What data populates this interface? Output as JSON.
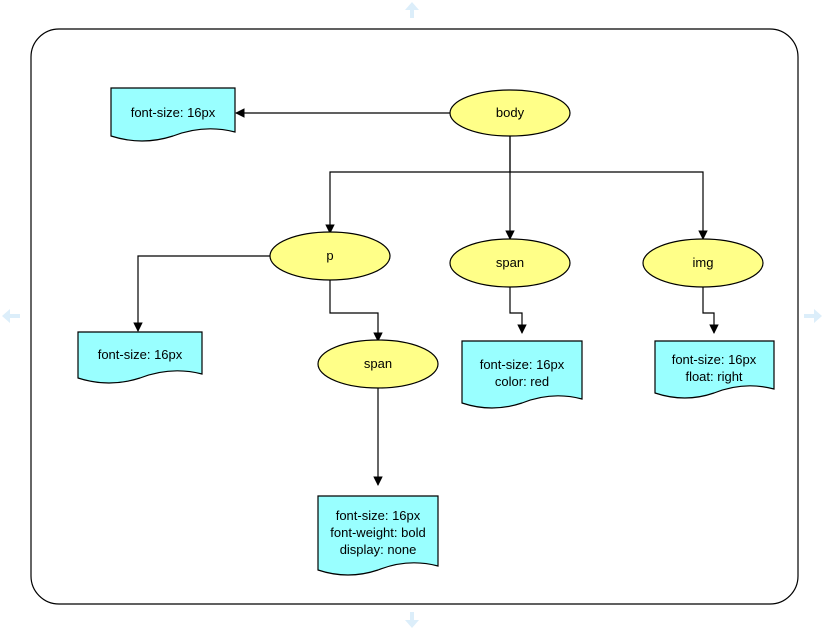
{
  "nodes": {
    "body": "body",
    "p": "p",
    "span_top": "span",
    "img": "img",
    "span_inner": "span"
  },
  "styles": {
    "body": [
      "font-size: 16px"
    ],
    "p": [
      "font-size: 16px"
    ],
    "span_top": [
      "font-size: 16px",
      "color: red"
    ],
    "img": [
      "font-size: 16px",
      "float: right"
    ],
    "span_inner": [
      "font-size: 16px",
      "font-weight: bold",
      "display: none"
    ]
  },
  "colors": {
    "node_fill": "#ffff88",
    "style_fill": "#99ffff",
    "stroke": "#000000",
    "hint_arrow": "#dceefa"
  },
  "icons": [
    "arrow-up-icon",
    "arrow-down-icon",
    "arrow-left-icon",
    "arrow-right-icon"
  ]
}
